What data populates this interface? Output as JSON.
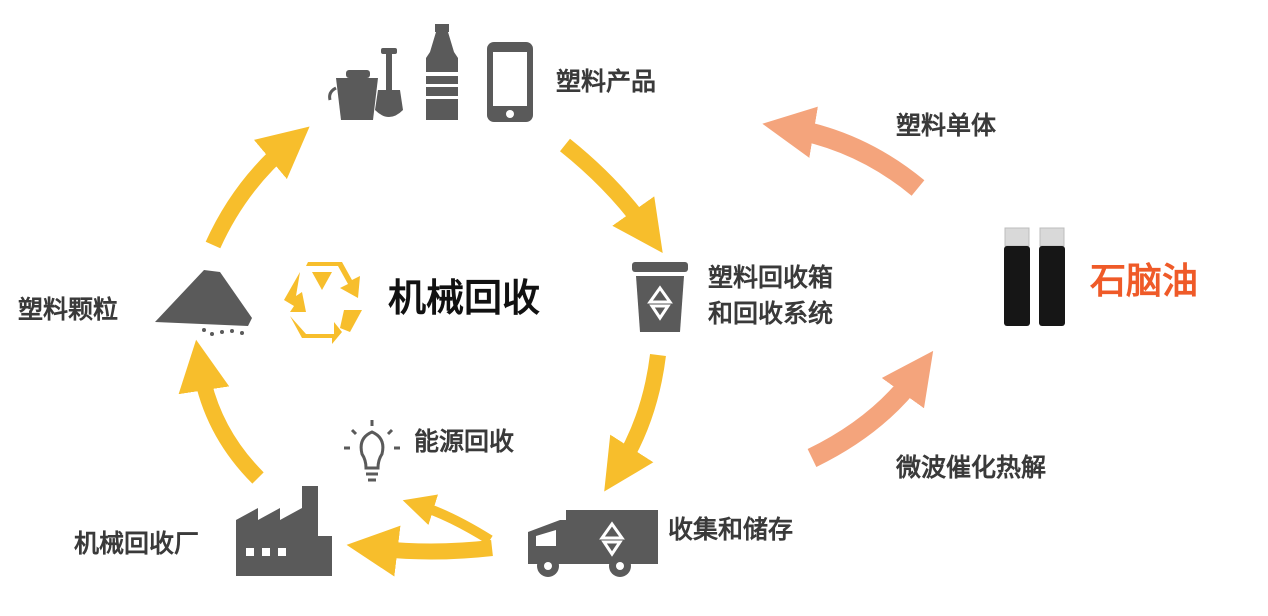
{
  "center_title": "机械回收",
  "nodes": {
    "plastic_products": "塑料产品",
    "recycle_bin_line1": "塑料回收箱",
    "recycle_bin_line2": "和回收系统",
    "collection_storage": "收集和储存",
    "recycling_plant": "机械回收厂",
    "plastic_pellets": "塑料颗粒",
    "energy_recovery": "能源回收"
  },
  "side_branch": {
    "naphtha": "石脑油",
    "plastic_monomer": "塑料单体",
    "microwave_pyrolysis": "微波催化热解"
  },
  "colors": {
    "cycle_arrow": "#f7be2c",
    "side_arrow": "#f4a47c",
    "icon_gray": "#5a5a5a",
    "naphtha_text": "#ef5a28",
    "label_text": "#3a3a3a"
  },
  "icons": [
    "bucket-icon",
    "shovel-icon",
    "bottle-icon",
    "phone-icon",
    "recycle-bin-icon",
    "truck-icon",
    "factory-icon",
    "pellet-pile-icon",
    "light-bulb-icon",
    "recycle-symbol-icon",
    "vial-icon"
  ]
}
